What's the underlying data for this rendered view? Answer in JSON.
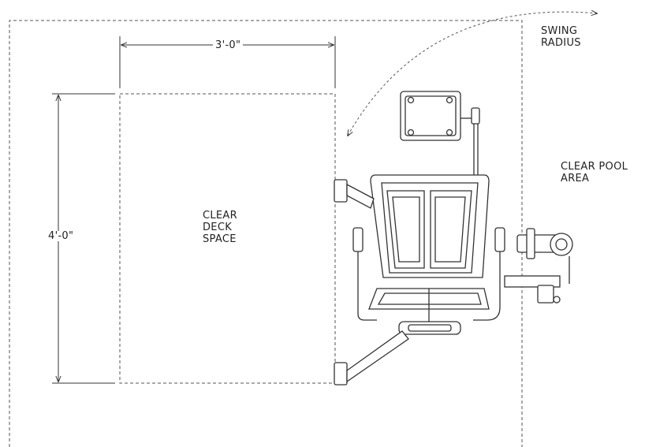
{
  "dimensions": {
    "width_label": "3'-0\"",
    "height_label": "4'-0\""
  },
  "labels": {
    "swing_line1": "SWING",
    "swing_line2": "RADIUS",
    "clear_pool_line1": "CLEAR POOL",
    "clear_pool_line2": "AREA",
    "clear_deck_line1": "CLEAR",
    "clear_deck_line2": "DECK",
    "clear_deck_line3": "SPACE"
  },
  "colors": {
    "line": "#333333",
    "dashed": "#555555"
  }
}
